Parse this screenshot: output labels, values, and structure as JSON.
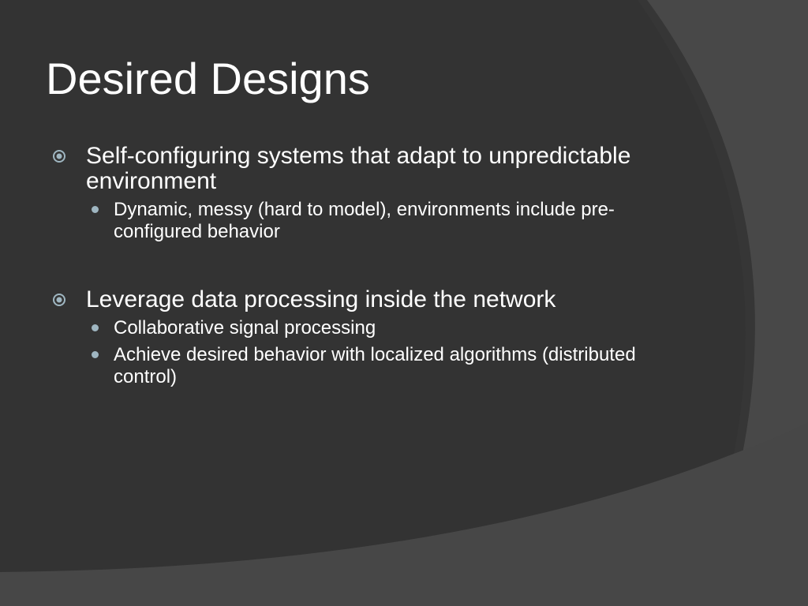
{
  "slide": {
    "title": "Desired Designs",
    "bullets": [
      {
        "text": "Self-configuring systems that adapt to unpredictable environment",
        "subs": [
          "Dynamic, messy (hard to model), environments include pre-configured behavior"
        ]
      },
      {
        "text": "Leverage data processing inside the network",
        "subs": [
          "Collaborative signal processing",
          "Achieve desired behavior with localized algorithms (distributed control)"
        ]
      }
    ]
  },
  "colors": {
    "background": "#3b3b3b",
    "panel": "#2e2e2e",
    "text": "#ffffff",
    "bullet_accent": "#9fb6c1"
  },
  "icons": {
    "main_bullet": "circled-dot-icon",
    "sub_bullet": "filled-circle-icon"
  }
}
